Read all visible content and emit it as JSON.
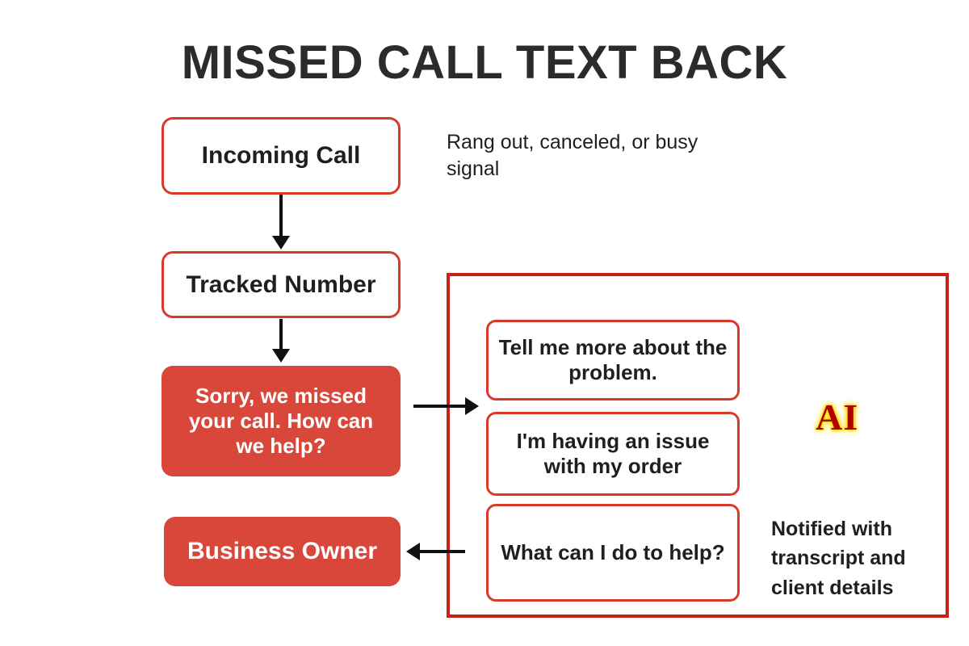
{
  "title": "MISSED CALL TEXT BACK",
  "colors": {
    "box_border_red": "#d93b2b",
    "box_fill_red": "#d9473b",
    "container_red": "#cc1f17",
    "ai_text": "#b00000",
    "ai_glow": "#ffe600",
    "text_dark": "#1f1f1f",
    "arrow_black": "#111111",
    "background": "#ffffff"
  },
  "flow": {
    "incoming_call": "Incoming Call",
    "tracked_number": "Tracked Number",
    "auto_reply": "Sorry, we missed your call. How can we help?",
    "business_owner": "Business Owner"
  },
  "annotations": {
    "call_outcome": "Rang out, canceled, or busy signal",
    "owner_notification": "Notified with transcript and client details"
  },
  "ai_panel": {
    "label": "AI",
    "bubbles": [
      {
        "text": "Tell me more about the problem."
      },
      {
        "text": "I'm having an issue with my order"
      },
      {
        "text": "What can I do to help?"
      }
    ]
  },
  "arrows": [
    {
      "name": "incoming-to-tracked",
      "direction": "down"
    },
    {
      "name": "tracked-to-auto-reply",
      "direction": "down"
    },
    {
      "name": "auto-reply-to-ai",
      "direction": "right"
    },
    {
      "name": "ai-to-business-owner",
      "direction": "left"
    }
  ]
}
